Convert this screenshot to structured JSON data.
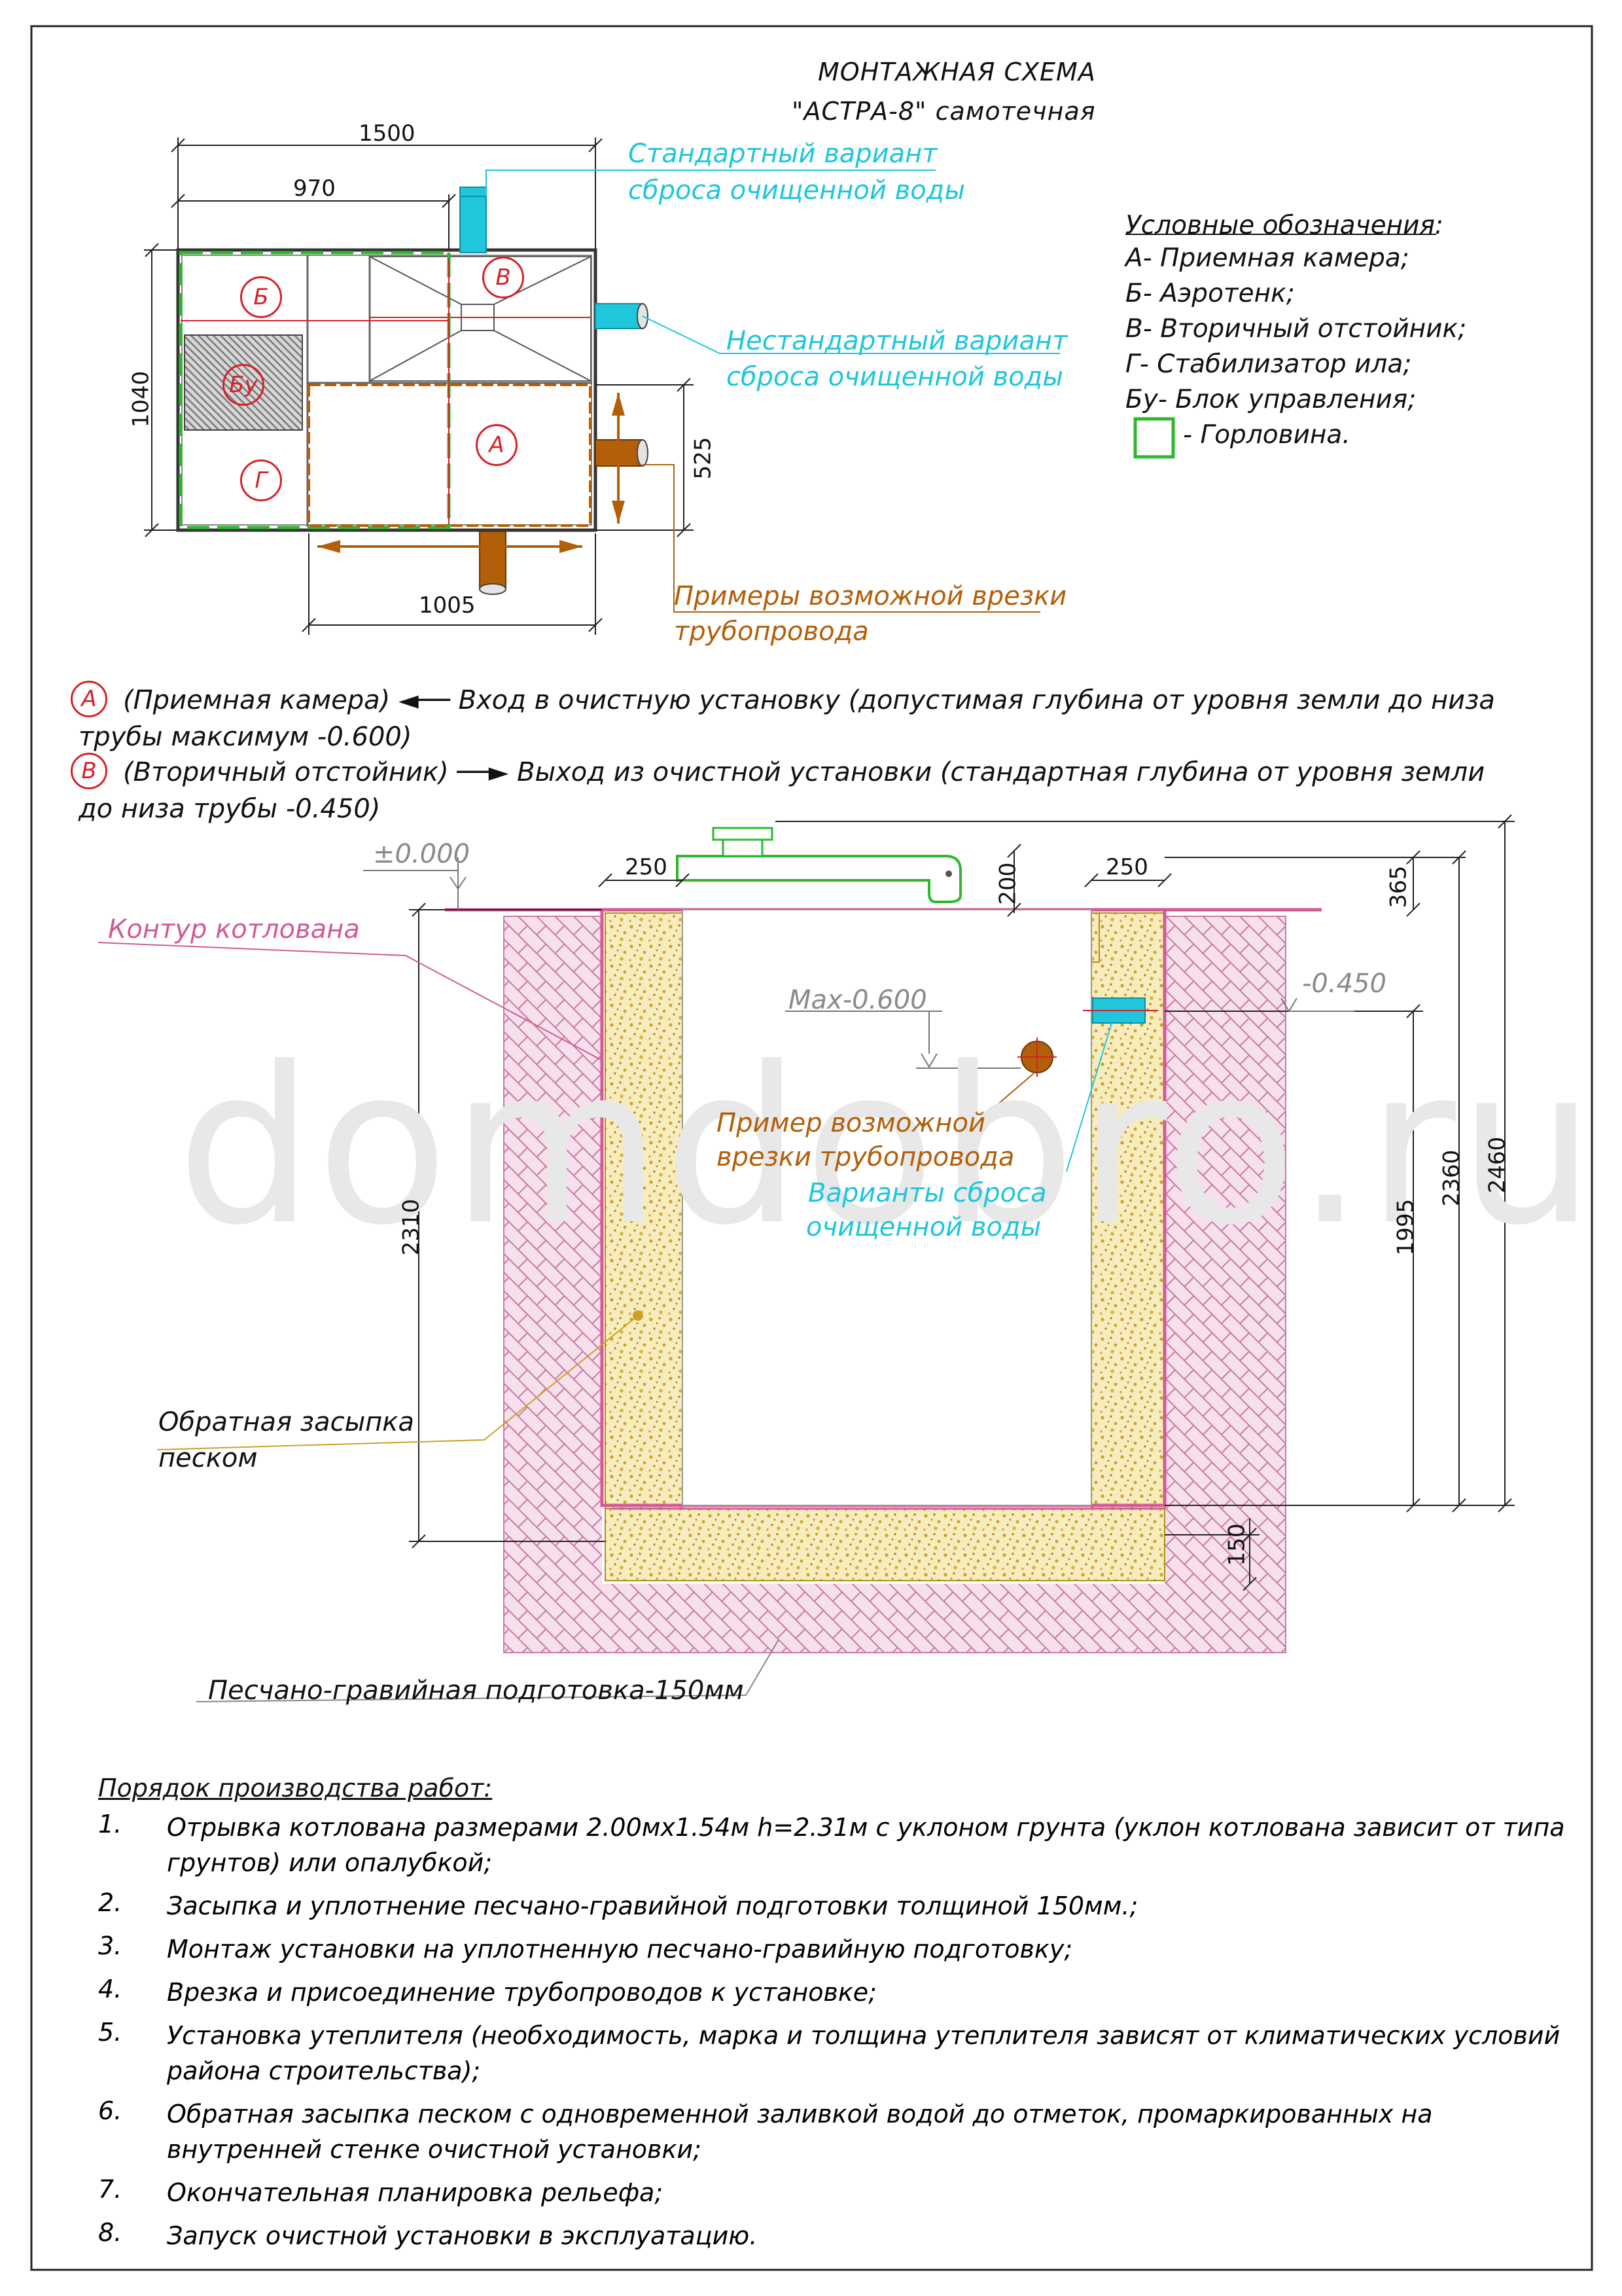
{
  "title": {
    "line1": "МОНТАЖНАЯ СХЕМА",
    "line2": "\"АСТРА-8\" самотечная"
  },
  "plan": {
    "dims": {
      "total_width": "1500",
      "inner_width": "970",
      "height": "1040",
      "chamber_height": "525",
      "bottom_width": "1005"
    },
    "labels": {
      "std_outlet_1": "Стандартный вариант",
      "std_outlet_2": "сброса очищенной воды",
      "nonstd_outlet_1": "Нестандартный вариант",
      "nonstd_outlet_2": "сброса очищенной воды",
      "pipe_examples_1": "Примеры возможной врезки",
      "pipe_examples_2": "трубопровода"
    },
    "chambers": {
      "a": "А",
      "b": "Б",
      "v": "В",
      "g": "Г",
      "bu": "Бу"
    }
  },
  "legend": {
    "title": "Условные обозначения:",
    "items": [
      "А- Приемная камера;",
      "Б- Аэротенк;",
      "В- Вторичный отстойник;",
      "Г- Стабилизатор ила;",
      "Бу- Блок управления;",
      "- Горловина."
    ]
  },
  "notes": {
    "a_badge": "А",
    "a_line1": "(Приемная камера) ◄── Вход в очистную установку (допустимая глубина от уровня земли до низа",
    "a_line2": "трубы максимум -0.600)",
    "v_badge": "В",
    "v_line1": "(Вторичный отстойник) ──► Выход из очистной установки (стандартная глубина от уровня земли",
    "v_line2": "до низа трубы -0.450)"
  },
  "section": {
    "level_zero": "±0.000",
    "level_out": "-0.450",
    "level_max": "Max-0.600",
    "dims": {
      "wall_left": "250",
      "wall_right": "250",
      "neck": "200",
      "top": "365",
      "pit_depth": "2310",
      "depth_1995": "1995",
      "depth_2360": "2360",
      "depth_2460": "2460",
      "base": "150"
    },
    "labels": {
      "pit_contour": "Контур котлована",
      "pipe_example_1": "Пример возможной",
      "pipe_example_2": "врезки трубопровода",
      "outlet_variants_1": "Варианты сброса",
      "outlet_variants_2": "очищенной воды",
      "backfill_1": "Обратная засыпка",
      "backfill_2": "песком",
      "gravel_base": "Песчано-гравийная подготовка-150мм"
    }
  },
  "watermark": "domdobro.ru",
  "works": {
    "title": "Порядок производства работ:",
    "items": [
      {
        "n": "1.",
        "text": "Отрывка котлована размерами 2.00мх1.54м h=2.31м с уклоном грунта (уклон котлована зависит от типа грунтов) или опалубкой;"
      },
      {
        "n": "2.",
        "text": "Засыпка и уплотнение песчано-гравийной подготовки толщиной 150мм.;"
      },
      {
        "n": "3.",
        "text": "Монтаж установки на уплотненную песчано-гравийную подготовку;"
      },
      {
        "n": "4.",
        "text": "Врезка и присоединение трубопроводов к установке;"
      },
      {
        "n": "5.",
        "text": "Установка утеплителя (необходимость, марка и толщина утеплителя зависят от климатических условий района строительства);"
      },
      {
        "n": "6.",
        "text": "Обратная засыпка песком с одновременной заливкой водой до отметок, промаркированных на внутренней стенке очистной установки;"
      },
      {
        "n": "7.",
        "text": "Окончательная планировка рельефа;"
      },
      {
        "n": "8.",
        "text": "Запуск очистной установки в эксплуатацию."
      }
    ]
  },
  "colors": {
    "red": "#d6202a",
    "green": "#2eb82e",
    "cyan": "#1fc6dc",
    "brown": "#b35f0a",
    "pink": "#d25a96",
    "sand": "#f1e3a6"
  }
}
